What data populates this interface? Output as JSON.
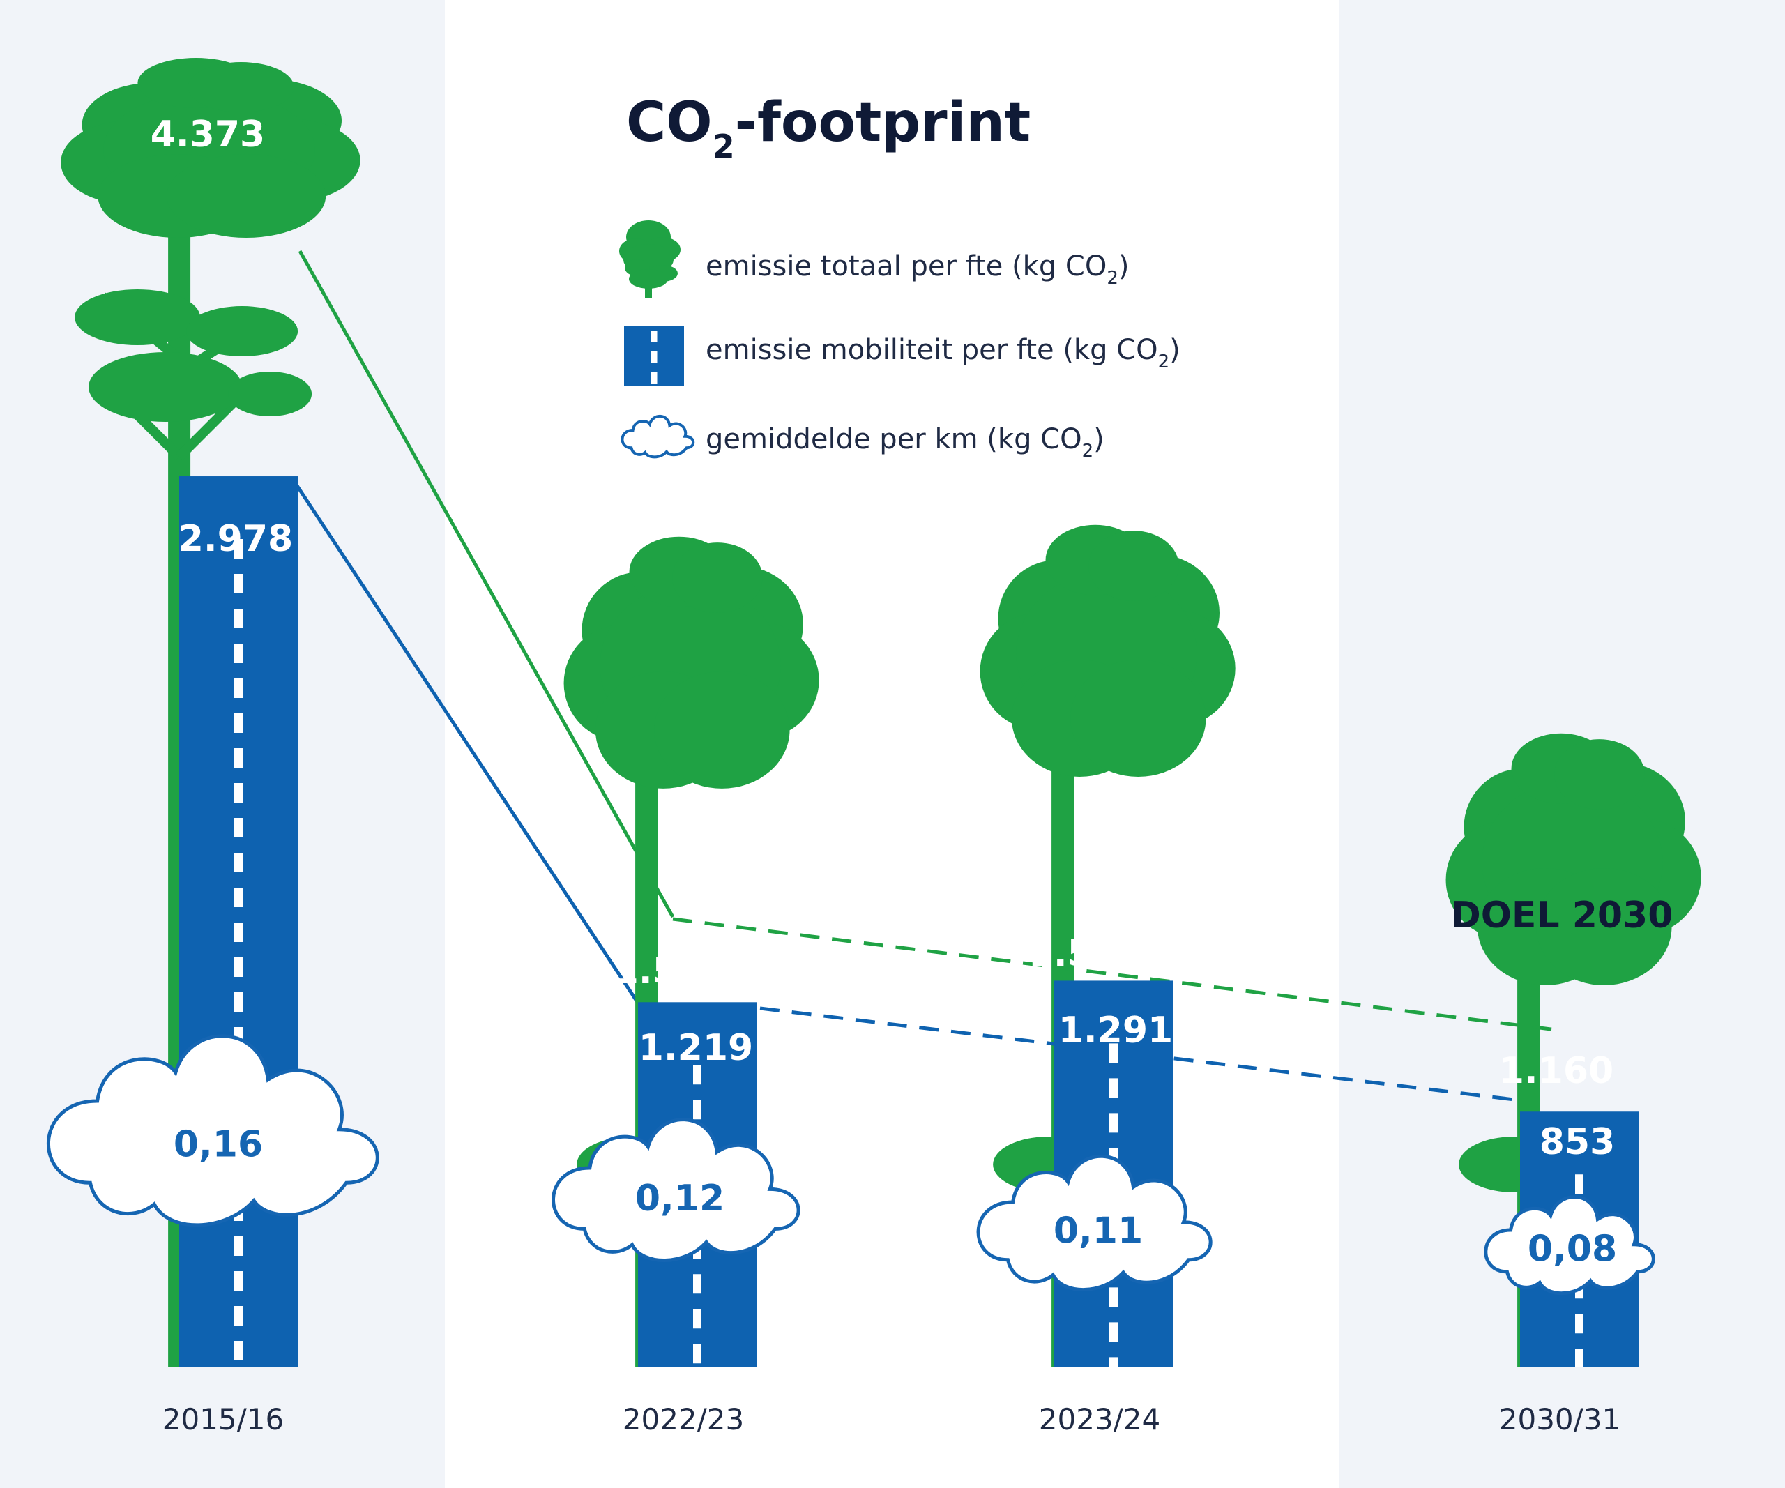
{
  "chart_data": {
    "type": "bar",
    "title": "CO",
    "title_sub": "2",
    "title_suffix": "-footprint",
    "categories": [
      "2015/16",
      "2022/23",
      "2023/24",
      "2030/31"
    ],
    "series": [
      {
        "name": "emissie totaal per fte (kg CO",
        "name_sub": "2",
        "name_suffix": ")",
        "values": [
          4373,
          1527,
          1549,
          1160
        ],
        "labels": [
          "4.373",
          "1.527",
          "1.549",
          "1.160"
        ],
        "color": "#1fa244"
      },
      {
        "name": "emissie mobiliteit per fte (kg CO",
        "name_sub": "2",
        "name_suffix": ")",
        "values": [
          2978,
          1219,
          1291,
          853
        ],
        "labels": [
          "2.978",
          "1.219",
          "1.291",
          "853"
        ],
        "color": "#0e62b0"
      },
      {
        "name": "gemiddelde per km (kg CO",
        "name_sub": "2",
        "name_suffix": ")",
        "values": [
          0.16,
          0.12,
          0.11,
          0.08
        ],
        "labels": [
          "0,16",
          "0,12",
          "0,11",
          "0,08"
        ],
        "color": "#1565b2"
      }
    ],
    "annotations": [
      {
        "text": "DOEL 2030"
      }
    ],
    "target_category": "2030/31",
    "legend_position": "top-center",
    "grid": false
  }
}
